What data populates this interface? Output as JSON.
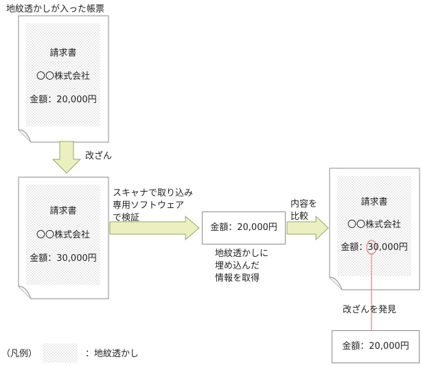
{
  "diagram": {
    "top_caption": "地紋透かしが入った帳票",
    "documents": [
      {
        "id": "original",
        "title": "請求書",
        "company": "〇〇株式会社",
        "amount": "金額：20,000円"
      },
      {
        "id": "tampered",
        "title": "請求書",
        "company": "〇〇株式会社",
        "amount": "金額：30,000円"
      },
      {
        "id": "verified",
        "title": "請求書",
        "company": "〇〇株式会社",
        "amount": "金額：30,000円"
      }
    ],
    "step_tamper": "改ざん",
    "scan_lines": [
      "スキャナで取り込み",
      "専用ソフトウェア",
      "で検証"
    ],
    "extracted_box": "金額：20,000円",
    "extracted_caption_lines": [
      "地紋透かしに",
      "埋め込んだ",
      "情報を取得"
    ],
    "compare_lines": [
      "内容を",
      "比較"
    ],
    "found_label": "改ざんを発見",
    "result_box": {
      "prefix": "金額：",
      "highlight": "20",
      "suffix": ",000円"
    },
    "legend": {
      "label_open": "（凡例）",
      "label_meaning": "：地紋透かし"
    },
    "colors": {
      "arrow_fill": "#ebf0c0",
      "arrow_stroke": "#9aa36a",
      "highlight_red": "#e06070",
      "dot": "#9a9a9a"
    }
  }
}
